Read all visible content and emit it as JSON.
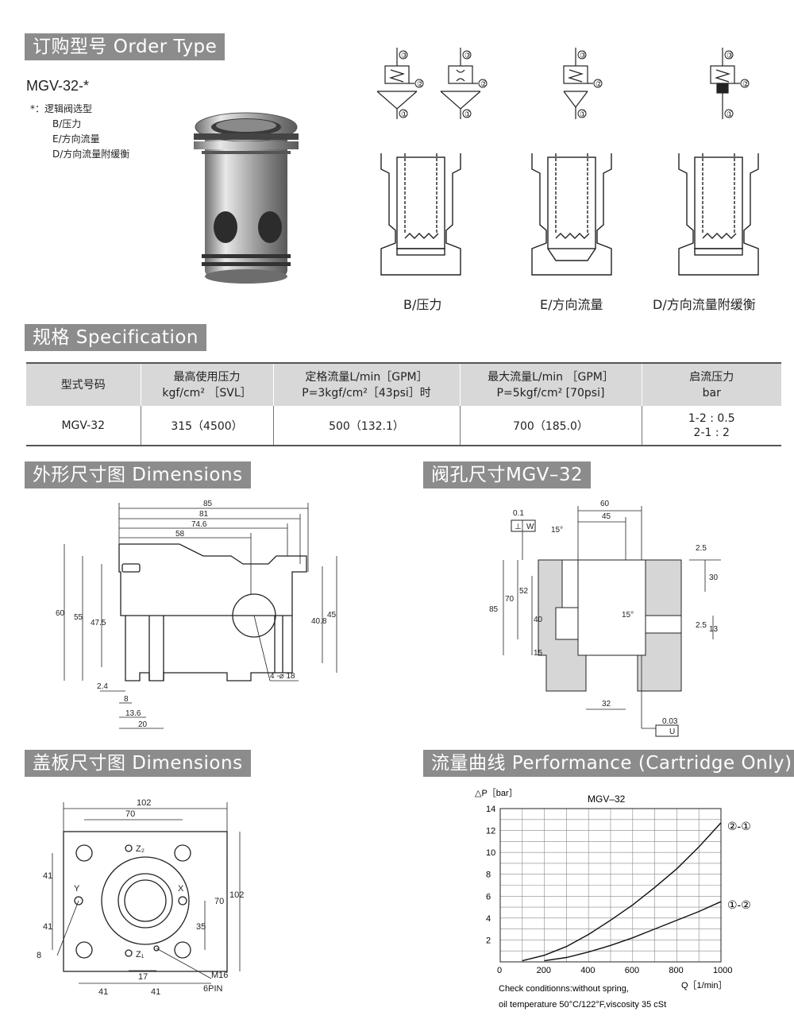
{
  "sections": {
    "order_type": "订购型号 Order Type",
    "specification": "规格 Specification",
    "dimensions": "外形尺寸图 Dimensions",
    "bore": "阀孔尺寸MGV–32",
    "cover": "盖板尺寸图 Dimensions",
    "performance": "流量曲线 Performance (Cartridge Only)"
  },
  "order": {
    "model": "MGV-32-*",
    "star_line": "*：逻辑阀选型",
    "options": [
      "B/压力",
      "E/方向流量",
      "D/方向流量附缓衡"
    ]
  },
  "symbols": {
    "port1": "①",
    "port2": "②",
    "port3": "③"
  },
  "captions": {
    "b": "B/压力",
    "e": "E/方向流量",
    "d": "D/方向流量附缓衡"
  },
  "spec": {
    "headers": [
      [
        "型式号码",
        ""
      ],
      [
        "最高使用压力",
        "kgf/cm² ［SVL］"
      ],
      [
        "定格流量L/min［GPM］",
        "P=3kgf/cm²［43psi］时"
      ],
      [
        "最大流量L/min ［GPM］",
        "P=5kgf/cm² [70psi]"
      ],
      [
        "启流压力",
        "bar"
      ]
    ],
    "row": [
      "MGV-32",
      "315（4500）",
      "500（132.1）",
      "700（185.0）",
      "1-2 : 0.5",
      "2-1 : 2"
    ]
  },
  "dims": {
    "d85": "85",
    "d81": "81",
    "d746": "74.6",
    "d58": "58",
    "d60": "60",
    "d55": "55",
    "d475": "47.5",
    "d408": "40.8",
    "d45": "45",
    "d24": "2.4",
    "d8": "8",
    "d136": "13.6",
    "d20": "20",
    "holes": "4 -⌀ 18"
  },
  "bore": {
    "b60": "60",
    "b45": "45",
    "b01": "0.1",
    "bperp": "⊥",
    "bw": "W",
    "b15a": "15°",
    "b25a": "2.5",
    "b30": "30",
    "b85": "85",
    "b70": "70",
    "b52": "52",
    "b40": "40",
    "b15": "15",
    "b15b": "15°",
    "b25b": "2.5",
    "b13": "13",
    "b32": "32",
    "b003": "0.03",
    "bu": "U"
  },
  "cover": {
    "c102": "102",
    "c70": "70",
    "z2": "Z₂",
    "z1": "Z₁",
    "y": "Y",
    "x": "X",
    "c41a": "41",
    "c41b": "41",
    "c8": "8",
    "c70v": "70",
    "c102v": "102",
    "c35": "35",
    "c17": "17",
    "c41c": "41",
    "c41d": "41",
    "m16": "M16",
    "pin": "6PIN"
  },
  "chart_data": {
    "type": "line",
    "title": "MGV–32",
    "ylabel": "△P［bar］",
    "xlabel": "Q［1/min］",
    "xlim": [
      0,
      1000
    ],
    "ylim": [
      0,
      14
    ],
    "xticks": [
      0,
      200,
      400,
      600,
      800,
      1000
    ],
    "yticks": [
      2,
      4,
      6,
      8,
      10,
      12,
      14
    ],
    "grid": true,
    "series": [
      {
        "name": "②-①",
        "x": [
          100,
          200,
          300,
          400,
          500,
          600,
          700,
          800,
          900,
          1000
        ],
        "y": [
          0.1,
          0.6,
          1.4,
          2.5,
          3.8,
          5.2,
          6.8,
          8.5,
          10.5,
          12.7
        ]
      },
      {
        "name": "①-②",
        "x": [
          200,
          300,
          400,
          500,
          600,
          700,
          800,
          900,
          1000
        ],
        "y": [
          0.1,
          0.4,
          0.9,
          1.5,
          2.2,
          3.0,
          3.8,
          4.6,
          5.5
        ]
      }
    ],
    "notes": [
      "Check conditionns:without spring,",
      "oil temperature 50°C/122°F,viscosity 35 cSt"
    ]
  }
}
